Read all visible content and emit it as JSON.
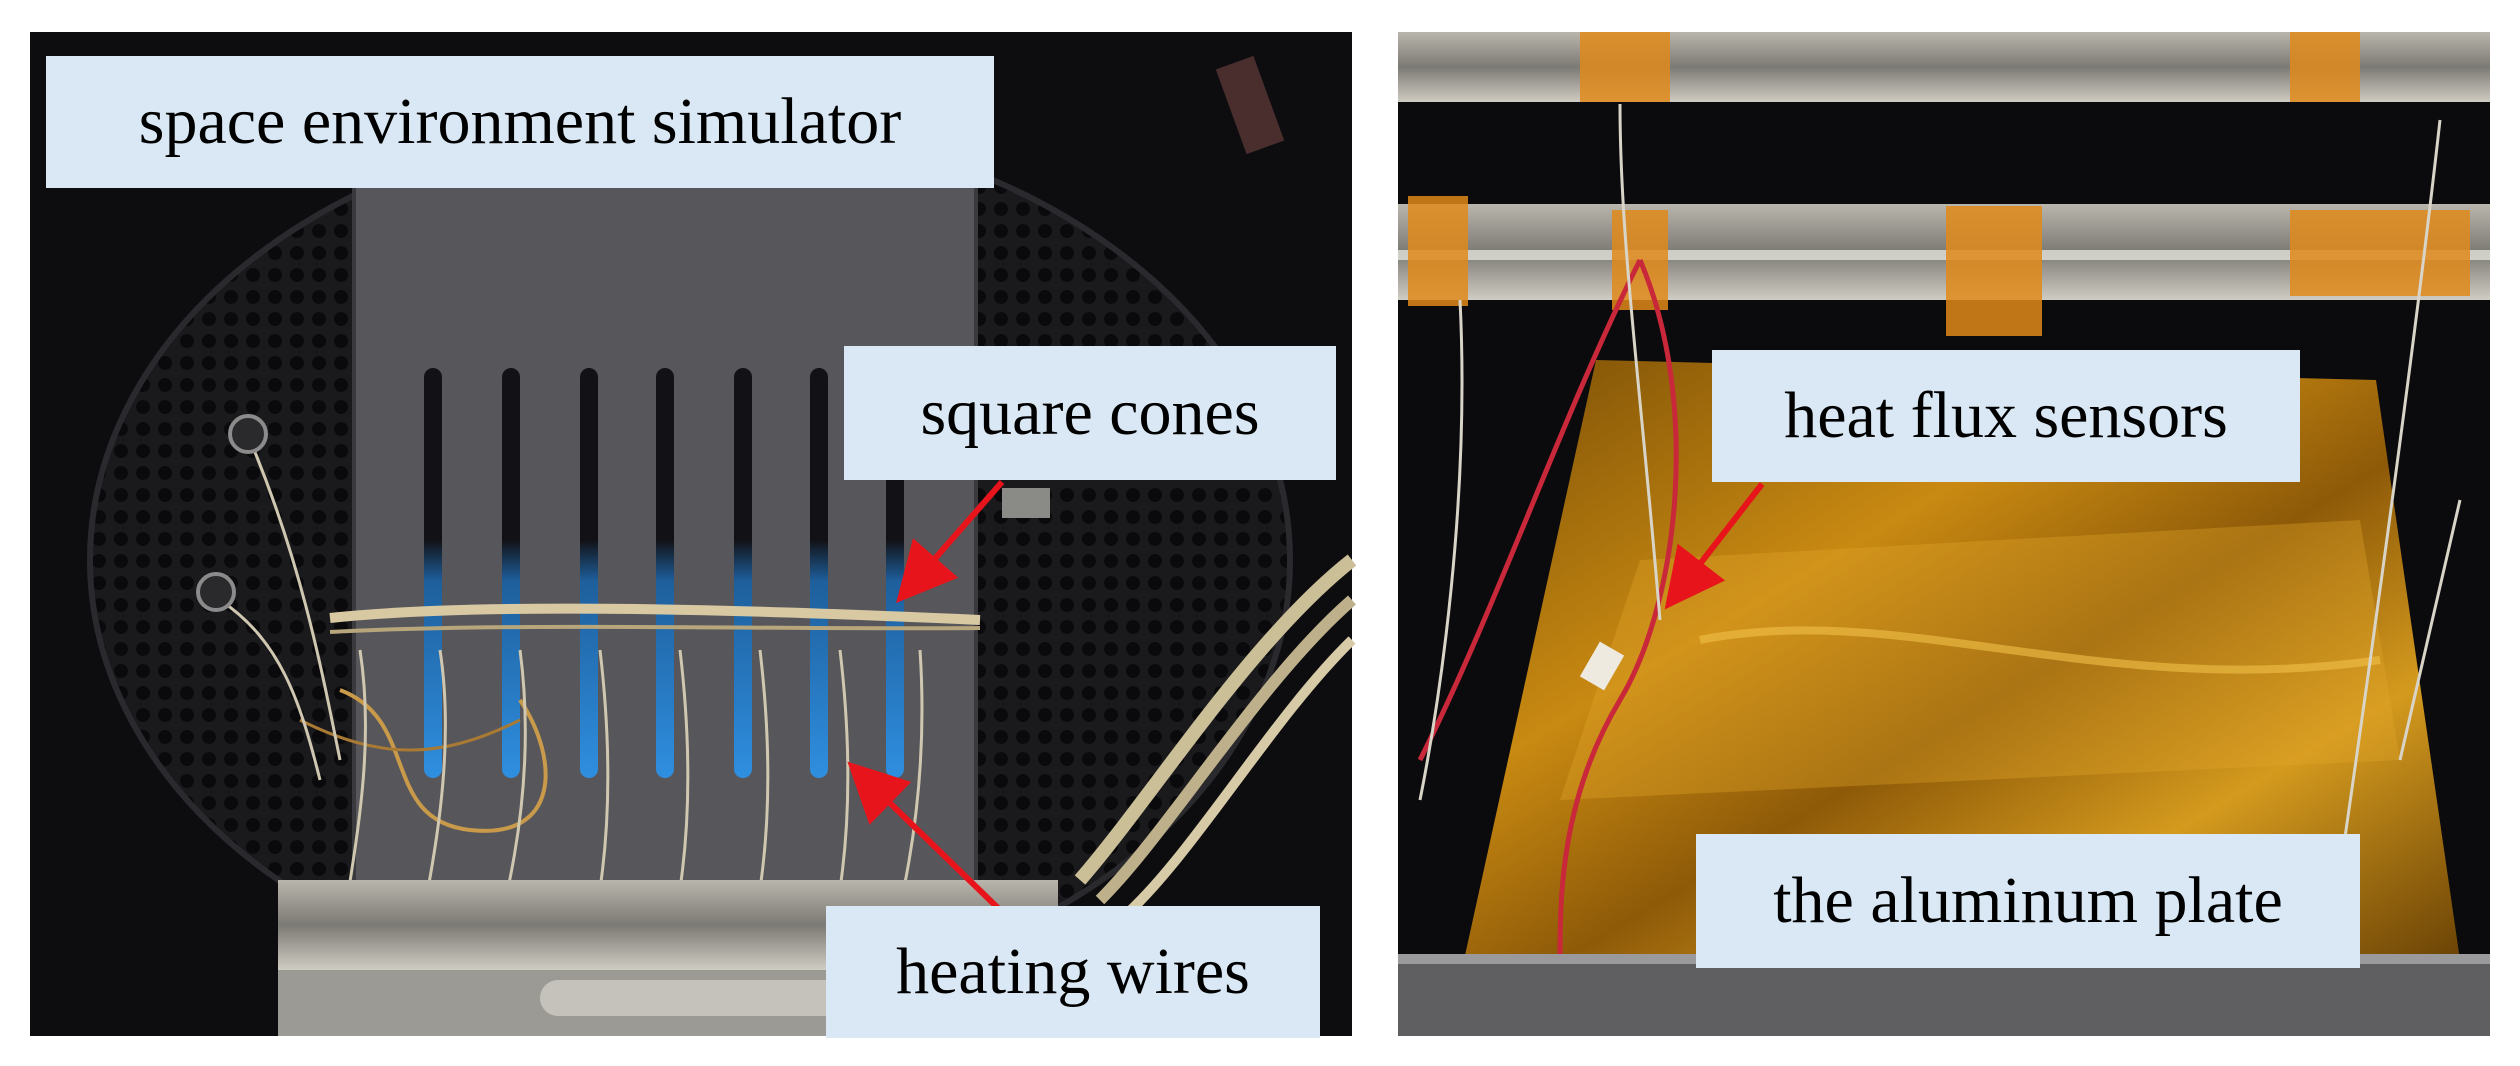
{
  "figure": {
    "left_panel": {
      "labels": {
        "space_environment_simulator": "space environment simulator",
        "square_cones": "square cones",
        "heating_wires": "heating wires"
      }
    },
    "right_panel": {
      "labels": {
        "heat_flux_sensors": "heat flux sensors",
        "aluminum_plate": "the aluminum plate"
      }
    }
  },
  "colors": {
    "label_background": "#d9e8f4",
    "arrow": "#e8141b",
    "chamber_dark": "#0d0d10",
    "plate_gray": "#57575b",
    "cone_blue": "#2a86d8",
    "kapton_gold": "#c98a12",
    "tape_orange": "#e08a1a"
  }
}
